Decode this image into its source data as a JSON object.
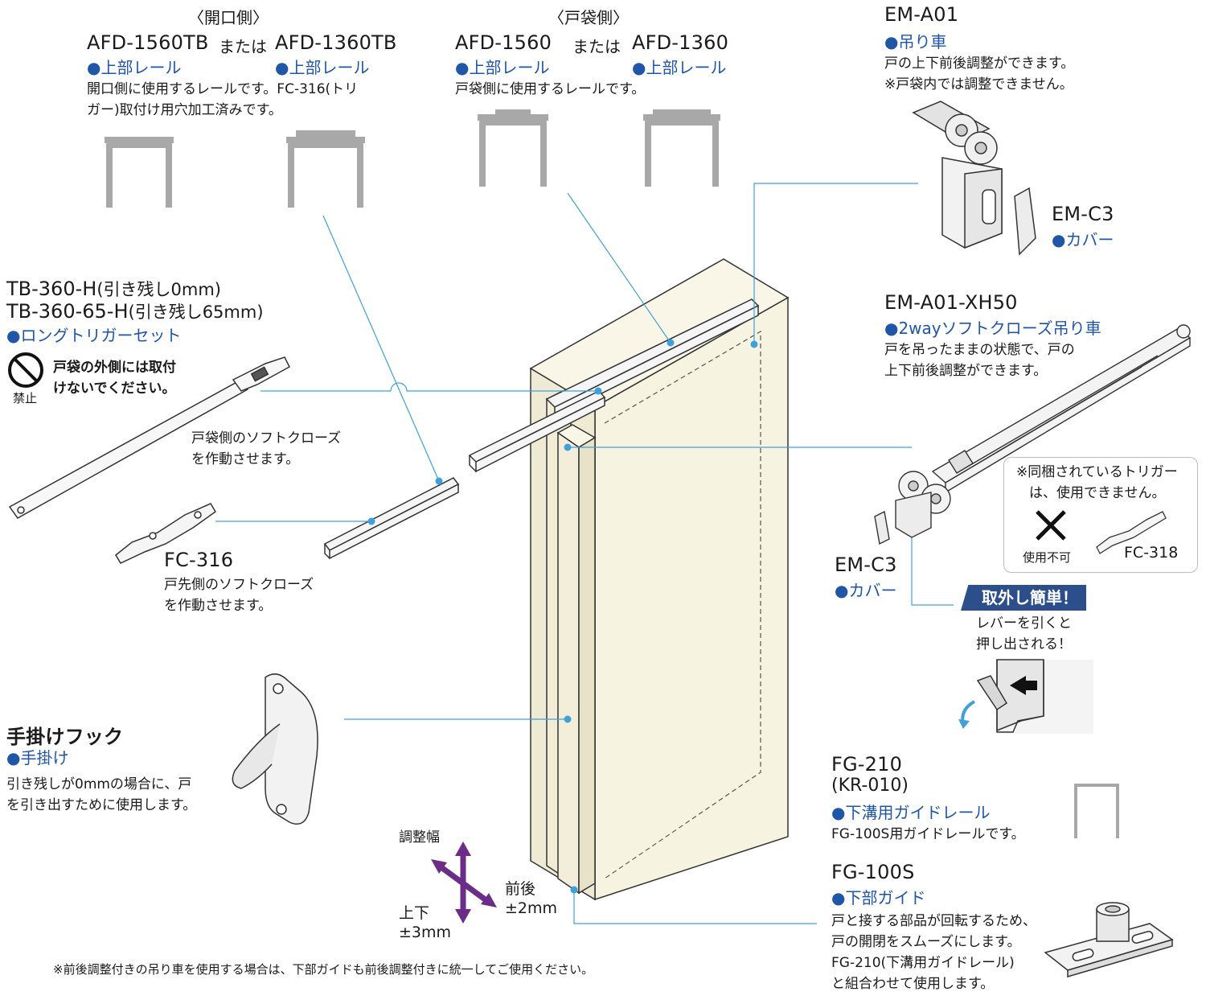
{
  "opening_side": {
    "header": "〈開口側〉",
    "model_a": "AFD-1560TB",
    "or": "または",
    "model_b": "AFD-1360TB",
    "sub_a": "●上部レール",
    "sub_b": "●上部レール",
    "desc_1": "開口側に使用するレールです。FC-316(トリ",
    "desc_2": "ガー)取付け用穴加工済みです。"
  },
  "pocket_side": {
    "header": "〈戸袋側〉",
    "model_a": "AFD-1560",
    "or": "または",
    "model_b": "AFD-1360",
    "sub_a": "●上部レール",
    "sub_b": "●上部レール",
    "desc": "戸袋側に使用するレールです。"
  },
  "em_a01": {
    "model": "EM-A01",
    "sub": "●吊り車",
    "desc_1": "戸の上下前後調整ができます。",
    "desc_2": "※戸袋内では調整できません。"
  },
  "em_c3_top": {
    "model": "EM-C3",
    "sub": "●カバー"
  },
  "em_a01_xh50": {
    "model": "EM-A01-XH50",
    "sub": "●2wayソフトクローズ吊り車",
    "desc_1": "戸を吊ったままの状態で、戸の",
    "desc_2": "上下前後調整ができます。"
  },
  "trigger_note": {
    "line_1": "※同梱されているトリガー",
    "line_2": "は、使用できません。",
    "mark": "×",
    "mark_label": "使用不可",
    "model": "FC-318"
  },
  "em_c3_bottom": {
    "model": "EM-C3",
    "sub": "●カバー"
  },
  "easy_remove": {
    "badge": "取外し簡単！",
    "desc_1": "レバーを引くと",
    "desc_2": "押し出される！"
  },
  "tb360": {
    "model_1": "TB-360-H",
    "note_1": "(引き残し0mm)",
    "model_2": "TB-360-65-H",
    "note_2": "(引き残し65mm)",
    "sub": "●ロングトリガーセット",
    "prohibit_label": "禁止",
    "prohibit_1": "戸袋の外側には取付",
    "prohibit_2": "けないでください。",
    "desc_1": "戸袋側のソフトクローズ",
    "desc_2": "を作動させます。"
  },
  "fc316": {
    "model": "FC-316",
    "desc_1": "戸先側のソフトクローズ",
    "desc_2": "を作動させます。"
  },
  "hook": {
    "model": "手掛けフック",
    "sub": "●手掛け",
    "desc_1": "引き残しが0mmの場合に、戸",
    "desc_2": "を引き出すために使用します。"
  },
  "adjust": {
    "title": "調整幅",
    "fb_label": "前後",
    "fb_value": "±2mm",
    "ud_label": "上下",
    "ud_value": "±3mm"
  },
  "fg210": {
    "model": "FG-210",
    "alt": "(KR-010)",
    "sub": "●下溝用ガイドレール",
    "desc": "FG-100S用ガイドレールです。"
  },
  "fg100s": {
    "model": "FG-100S",
    "sub": "●下部ガイド",
    "desc_1": "戸と接する部品が回転するため、",
    "desc_2": "戸の開閉をスムーズにします。",
    "desc_3": "FG-210(下溝用ガイドレール)",
    "desc_4": "と組合わせて使用します。"
  },
  "footnote": "※前後調整付きの吊り車を使用する場合は、下部ガイドも前後調整付きに統一してご使用ください。",
  "colors": {
    "leader": "#3fa0dc",
    "door_fill": "#f7f3e1",
    "rail_gray": "#aaaaaa",
    "accent_blue": "#1f56a7",
    "arrow_purple": "#6b2d87",
    "badge_navy": "#2c4f8c"
  }
}
